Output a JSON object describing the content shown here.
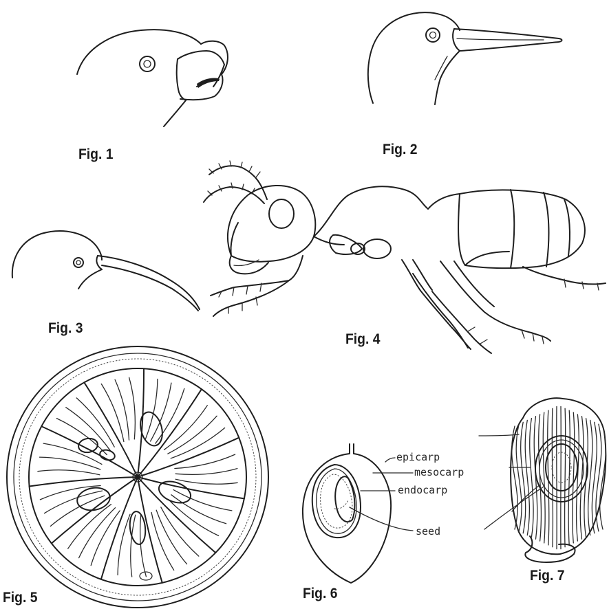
{
  "figures": {
    "fig1": {
      "label": "Fig. 1"
    },
    "fig2": {
      "label": "Fig. 2"
    },
    "fig3": {
      "label": "Fig. 3"
    },
    "fig4": {
      "label": "Fig. 4"
    },
    "fig5": {
      "label": "Fig. 5"
    },
    "fig6": {
      "label": "Fig. 6",
      "annotations": {
        "epicarp": "epicarp",
        "mesocarp": "mesocarp",
        "endocarp": "endocarp",
        "seed": "seed"
      }
    },
    "fig7": {
      "label": "Fig. 7"
    }
  }
}
